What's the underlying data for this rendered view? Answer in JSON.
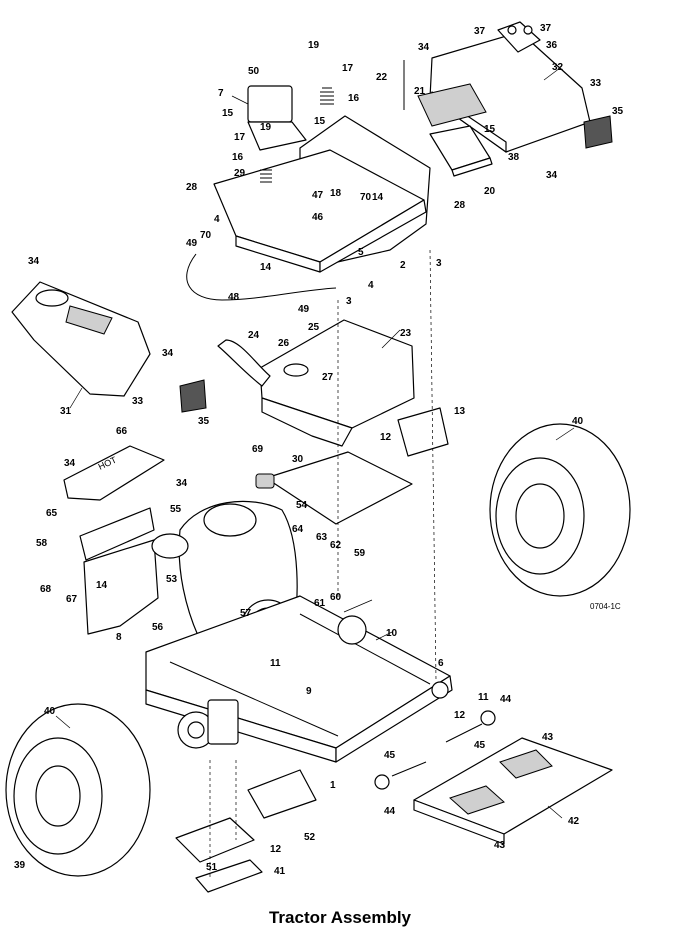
{
  "title": "Tractor Assembly",
  "drawing_code": "0704-1C",
  "callouts": [
    "1",
    "2",
    "3",
    "4",
    "5",
    "6",
    "7",
    "8",
    "9",
    "10",
    "11",
    "12",
    "13",
    "14",
    "15",
    "16",
    "17",
    "18",
    "19",
    "20",
    "21",
    "22",
    "23",
    "24",
    "25",
    "26",
    "27",
    "28",
    "29",
    "30",
    "31",
    "32",
    "33",
    "34",
    "35",
    "36",
    "37",
    "38",
    "39",
    "40",
    "41",
    "42",
    "43",
    "44",
    "45",
    "46",
    "47",
    "48",
    "49",
    "50",
    "51",
    "52",
    "53",
    "54",
    "55",
    "56",
    "57",
    "58",
    "59",
    "60",
    "61",
    "62",
    "63",
    "64",
    "65",
    "66",
    "67",
    "68",
    "69",
    "70"
  ],
  "decal_text": "HOT"
}
